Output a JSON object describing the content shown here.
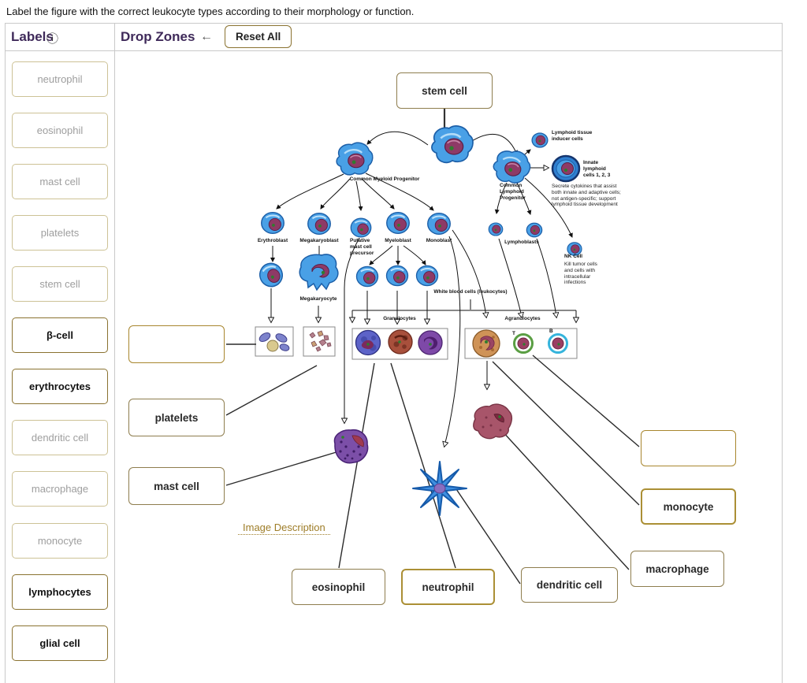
{
  "instruction": "Label the figure with the correct leukocyte types according to their morphology or function.",
  "sidebar": {
    "title": "Labels",
    "info_icon": "ⓘ",
    "items": [
      {
        "label": "neutrophil",
        "used": true
      },
      {
        "label": "eosinophil",
        "used": true
      },
      {
        "label": "mast cell",
        "used": true
      },
      {
        "label": "platelets",
        "used": true
      },
      {
        "label": "stem cell",
        "used": true
      },
      {
        "label": "β-cell",
        "used": false
      },
      {
        "label": "erythrocytes",
        "used": false
      },
      {
        "label": "dendritic cell",
        "used": true
      },
      {
        "label": "macrophage",
        "used": true
      },
      {
        "label": "monocyte",
        "used": true
      },
      {
        "label": "lymphocytes",
        "used": false
      },
      {
        "label": "glial cell",
        "used": false
      }
    ]
  },
  "toolbar": {
    "title": "Drop Zones",
    "back_icon": "←",
    "reset_label": "Reset All"
  },
  "diagram": {
    "image_description_link": "Image Description",
    "drop_zones": [
      {
        "label": "stem cell",
        "filled": true
      },
      {
        "label": "",
        "filled": false
      },
      {
        "label": "platelets",
        "filled": true
      },
      {
        "label": "mast cell",
        "filled": true
      },
      {
        "label": "eosinophil",
        "filled": true
      },
      {
        "label": "neutrophil",
        "filled": true
      },
      {
        "label": "dendritic cell",
        "filled": true
      },
      {
        "label": "macrophage",
        "filled": true
      },
      {
        "label": "monocyte",
        "filled": true
      },
      {
        "label": "",
        "filled": false
      }
    ],
    "figure_labels": [
      {
        "text": "Common Myeloid Progenitor"
      },
      {
        "text": "Common\nLymphoid\nProgenitor"
      },
      {
        "text": "Lymphoid tissue\ninducer cells"
      },
      {
        "text": "Innate\nlymphoid\ncells 1, 2, 3"
      },
      {
        "text": "Secrete cytokines that assist\nboth innate and adaptive cells;\nnot antigen-specific; support\nlymphoid tissue development"
      },
      {
        "text": "Erythroblast"
      },
      {
        "text": "Megakaryoblast"
      },
      {
        "text": "Putative\nmast cell\nprecursor"
      },
      {
        "text": "Myeloblast"
      },
      {
        "text": "Monoblast"
      },
      {
        "text": "Lymphoblasts"
      },
      {
        "text": "NK Cell"
      },
      {
        "text": "Kill tumor cells\nand cells with\nintracellular\ninfections"
      },
      {
        "text": "Megakaryocyte"
      },
      {
        "text": "White blood cells (leukocytes)"
      },
      {
        "text": "Granulocytes"
      },
      {
        "text": "Agranulocytes"
      },
      {
        "text": "T"
      },
      {
        "text": "B"
      }
    ],
    "colors": {
      "accent_purple": "#3f2a5a",
      "accent_gold": "#8a7230",
      "link_gold": "#9e7d28",
      "cell_blue": "#49a0e6",
      "nucleus_purple": "#8e3a66"
    }
  }
}
